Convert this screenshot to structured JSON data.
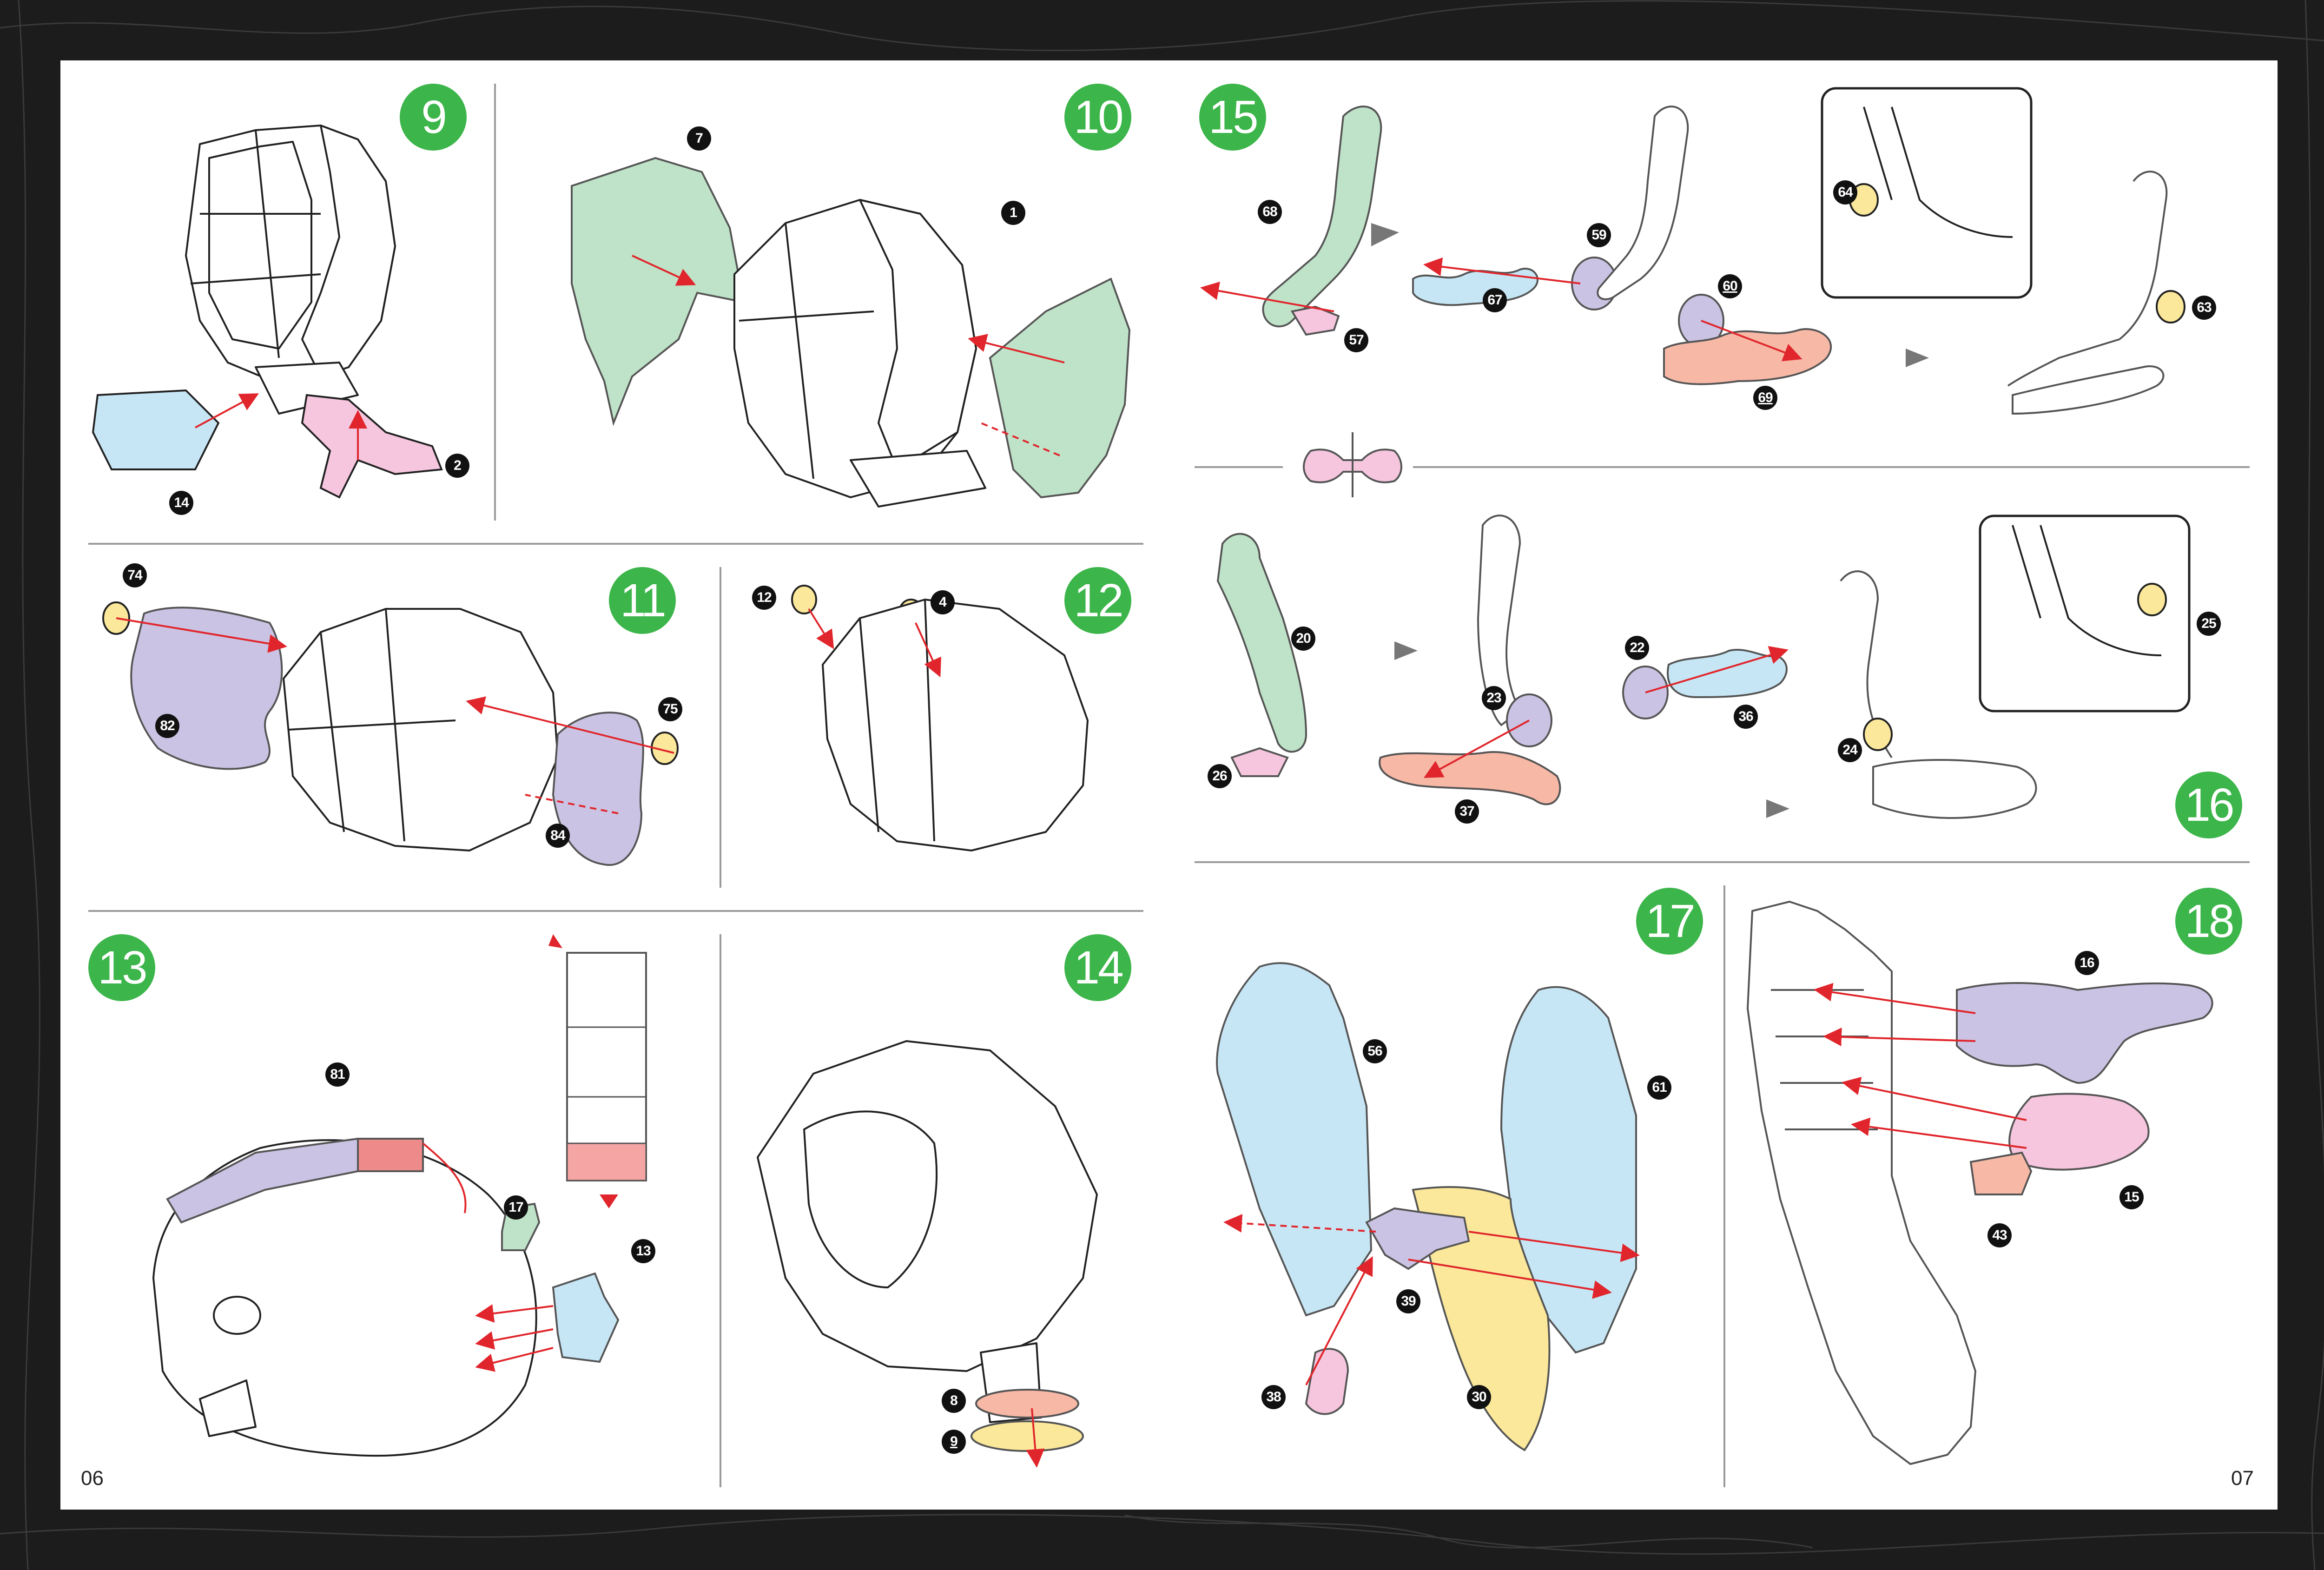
{
  "pages": {
    "left_number": "06",
    "right_number": "07"
  },
  "steps": {
    "s9": "9",
    "s10": "10",
    "s11": "11",
    "s12": "12",
    "s13": "13",
    "s14": "14",
    "s15": "15",
    "s16": "16",
    "s17": "17",
    "s18": "18"
  },
  "parts": {
    "p1": "1",
    "p2": "2",
    "p4": "4",
    "p7": "7",
    "p8": "8",
    "p9": "9",
    "p12": "12",
    "p13": "13",
    "p14": "14",
    "p15": "15",
    "p16": "16",
    "p17": "17",
    "p20": "20",
    "p22": "22",
    "p23": "23",
    "p24": "24",
    "p25": "25",
    "p26": "26",
    "p30": "30",
    "p36": "36",
    "p37": "37",
    "p38": "38",
    "p39": "39",
    "p43": "43",
    "p56": "56",
    "p57": "57",
    "p59": "59",
    "p60": "60",
    "p61": "61",
    "p63": "63",
    "p64": "64",
    "p67": "67",
    "p68": "68",
    "p69": "69",
    "p74": "74",
    "p75": "75",
    "p81": "81",
    "p82": "82",
    "p84": "84"
  },
  "colors": {
    "step_badge": "#3cb54a",
    "green_part": "#bfe3c8",
    "blue_part": "#c7e6f5",
    "purple_part": "#cbc3e3",
    "pink_part": "#f5c6de",
    "yellow_part": "#fbe89a",
    "salmon_part": "#f7b8a6",
    "arrow": "#e0262c",
    "frame": "#1c1c1c"
  }
}
